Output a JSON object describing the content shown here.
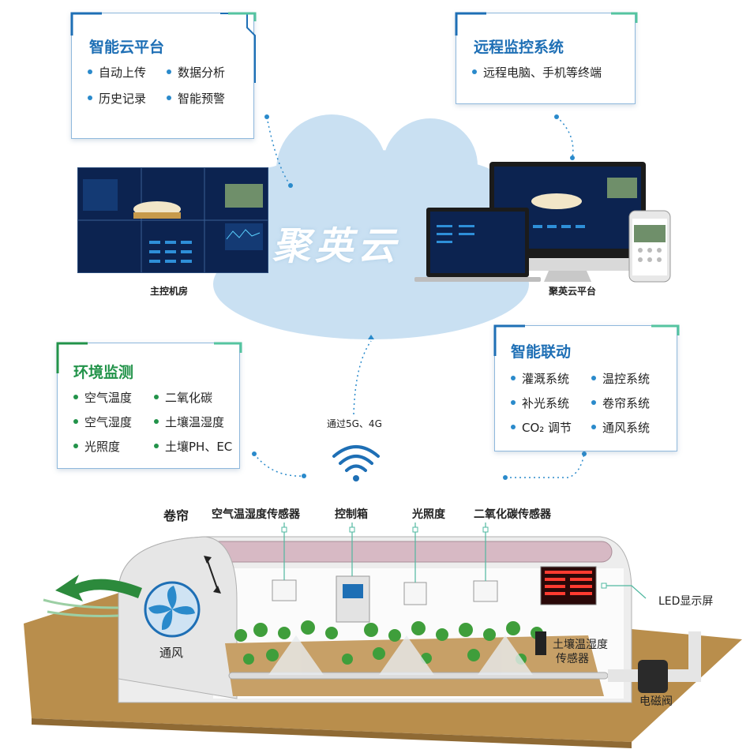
{
  "cloud_platform": {
    "title": "智能云平台",
    "items": [
      "自动上传",
      "数据分析",
      "历史记录",
      "智能预警"
    ]
  },
  "remote_monitor": {
    "title": "远程监控系统",
    "items": [
      "远程电脑、手机等终端"
    ]
  },
  "env_monitor": {
    "title": "环境监测",
    "items": [
      "空气温度",
      "二氧化碳",
      "空气湿度",
      "土壤温湿度",
      "光照度",
      "土壤PH、EC"
    ]
  },
  "smart_link": {
    "title": "智能联动",
    "items": [
      "灌溉系统",
      "温控系统",
      "补光系统",
      "卷帘系统",
      "CO₂ 调节",
      "通风系统"
    ]
  },
  "cloud_brand": "聚英云",
  "control_room_label": "主控机房",
  "platform_label": "聚英云平台",
  "network_label": "通过5G、4G",
  "greenhouse": {
    "curtain": "卷帘",
    "air_sensor": "空气温湿度传感器",
    "control_box": "控制箱",
    "light": "光照度",
    "co2_sensor": "二氧化碳传感器",
    "led_screen": "LED显示屏",
    "ventilation": "通风",
    "soil_sensor_line1": "土壤温湿度",
    "soil_sensor_line2": "传感器",
    "valve": "电磁阀"
  },
  "colors": {
    "blue_accent": "#1e6fb5",
    "green_accent": "#22934a",
    "cloud": "#c9e0f2",
    "soil": "#b98e4c"
  }
}
